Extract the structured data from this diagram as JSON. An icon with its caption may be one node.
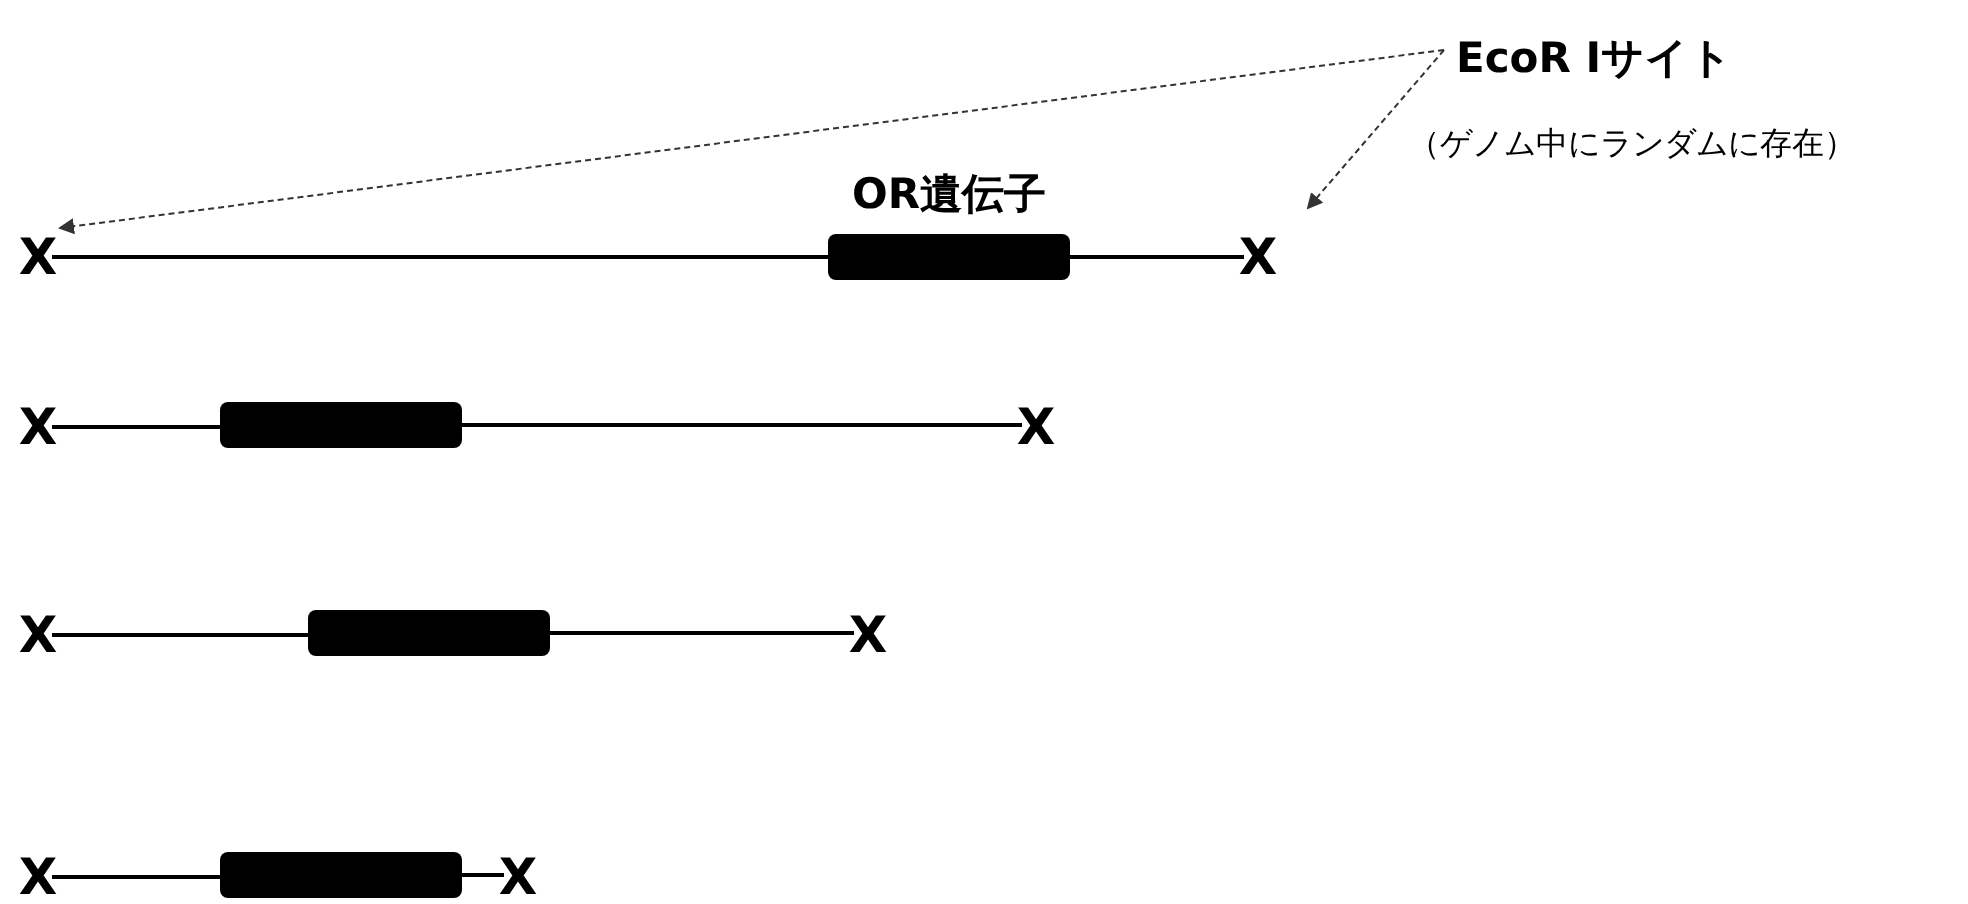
{
  "diagram": {
    "nodes": [
      {
        "text": [
          "EcoR Iサイト"
        ],
        "beside": [
          "（ゲノム中にランダムに存在）"
        ]
      },
      {
        "text": [
          "OR遺伝子"
        ]
      },
      {
        "text": [
          "X"
        ]
      },
      {
        "text": [
          "X"
        ]
      },
      {
        "text": [
          "X"
        ]
      },
      {
        "text": [],
        "shape": "bar"
      },
      {
        "text": [
          "X"
        ]
      },
      {
        "text": [
          "X"
        ]
      },
      {
        "text": [],
        "shape": "bar"
      },
      {
        "text": [
          "X"
        ]
      },
      {
        "text": [
          "X"
        ]
      },
      {
        "text": [],
        "shape": "bar"
      },
      {
        "text": [
          "X"
        ]
      }
    ],
    "edges": [
      {
        "from": 0,
        "to": 2,
        "arrow": "to",
        "style": "dashed"
      },
      {
        "from": 0,
        "to": 3,
        "arrow": "to",
        "style": "dashed"
      },
      {
        "from": 2,
        "to": 1,
        "arrow": "none"
      },
      {
        "from": 1,
        "to": 3,
        "arrow": "none"
      },
      {
        "from": 4,
        "to": 5,
        "arrow": "none"
      },
      {
        "from": 5,
        "to": 6,
        "arrow": "none"
      },
      {
        "from": 7,
        "to": 8,
        "arrow": "none"
      },
      {
        "from": 8,
        "to": 9,
        "arrow": "none"
      },
      {
        "from": 10,
        "to": 11,
        "arrow": "none"
      },
      {
        "from": 11,
        "to": 12,
        "arrow": "none"
      }
    ]
  }
}
